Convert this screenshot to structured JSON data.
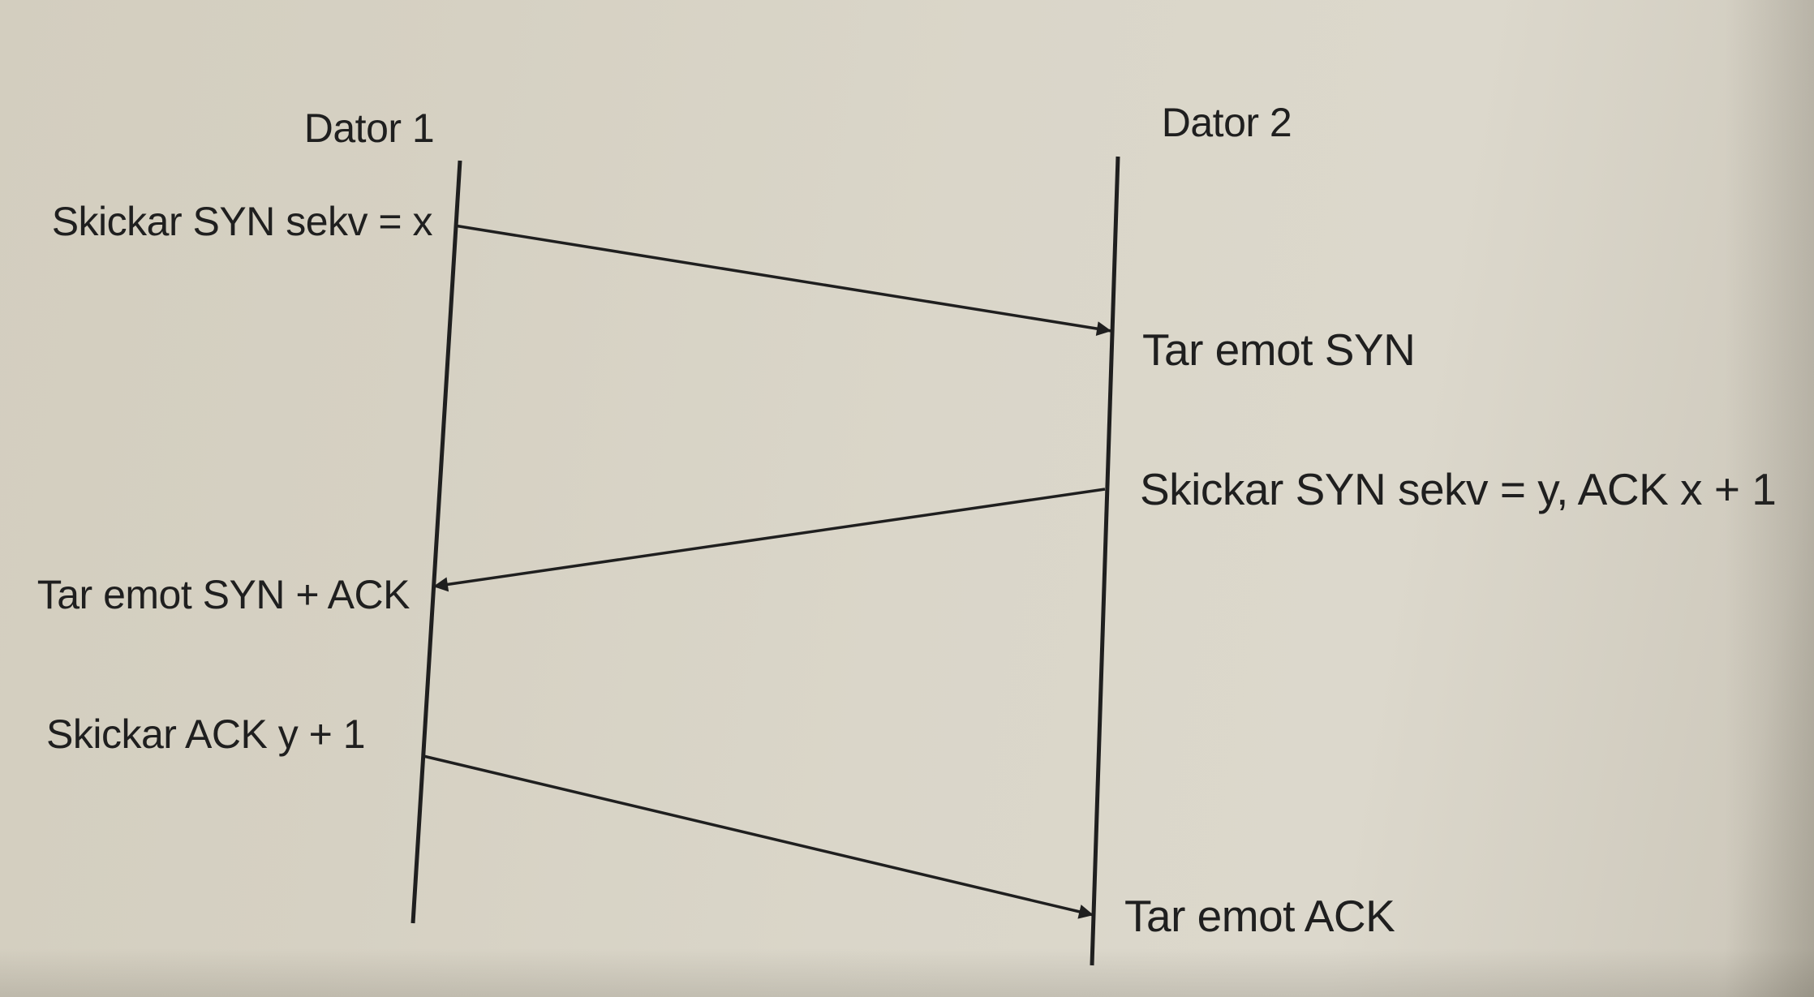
{
  "diagram": {
    "computer_1": "Dator 1",
    "computer_2": "Dator 2",
    "step1_send": "Skickar SYN sekv = x",
    "step1_receive": "Tar emot SYN",
    "step2_send": "Skickar SYN sekv = y, ACK x + 1",
    "step2_receive": "Tar emot SYN + ACK",
    "step3_send": "Skickar ACK y + 1",
    "step3_receive": "Tar emot ACK"
  },
  "colors": {
    "ink": "#1f1f1f",
    "paper": "#d8d3c6"
  }
}
